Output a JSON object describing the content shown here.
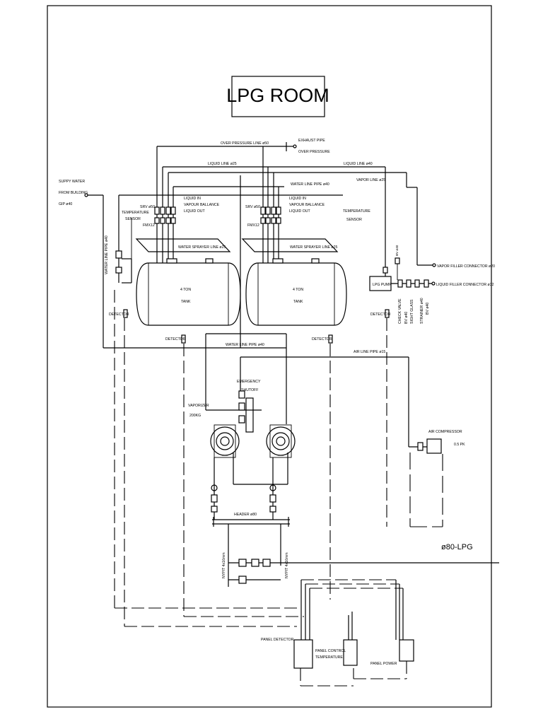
{
  "title": "LPG ROOM",
  "labels": {
    "over_pressure_line": "OVER PRESSURE LINE ø50",
    "exhaust_pipe": "EXHAUST PIPE",
    "over_pressure": "OVER PRESSURE",
    "liquid_line_left": "LIQUID LINE ø25",
    "liquid_line_right": "LIQUID LINE ø40",
    "vapor_line": "VAPOR LINE ø25",
    "water_line_top": "WATER LINE PIPE ø40",
    "supply_water_1": "SUPPY WATER",
    "supply_water_2": "FROM BUILDING",
    "supply_water_3": "GIP ø40",
    "water_line_vertical": "WATER LINE PIPE ø40",
    "liquid_in": "LIQUID IN",
    "vapour_ballance": "VAPOUR BALLANCE",
    "liquid_out": "LIQUID OUT",
    "srv": "SRV ø50",
    "fm": "FMX12",
    "temp_sensor_1": "TEMPERATURE",
    "temp_sensor_2": "SENSOR",
    "water_sprayer": "WATER SPRAYER LINE ø25",
    "tank_1": "4 TON",
    "tank_2": "TANK",
    "detector": "DETECTOR",
    "vapor_filler": "VAPOR FILLER CONNECTOR ø20",
    "liquid_filler": "LIQUID FILLER CONNECTOR ø32",
    "lpg_pump": "LPG PUMP",
    "check_valve": "CHECK VALVE",
    "bv_40": "BV ø40",
    "sight_glass": "SIGHT GLASS",
    "strainer": "STRAINER ø40",
    "water_line_mid": "WATER LINE PIPE ø40",
    "air_line": "AIR LINE PIPE ø15",
    "emergency_1": "EMERGENCY",
    "emergency_2": "SHUTOFF",
    "vaporizer_1": "VAPORIZER",
    "vaporizer_2": "200KG",
    "air_compressor_1": "AIR COMPRESSOR",
    "air_compressor_2": "0.5 PK",
    "header": "HEADER ø80",
    "lpg_80": "ø80-LPG",
    "regulator": "NYPIT 4x16mm",
    "panel_detector": "PANEL DETECTOR",
    "panel_control_1": "PANEL CONTROL",
    "panel_control_2": "TEMPERATURE",
    "panel_power": "PANEL POWER"
  }
}
